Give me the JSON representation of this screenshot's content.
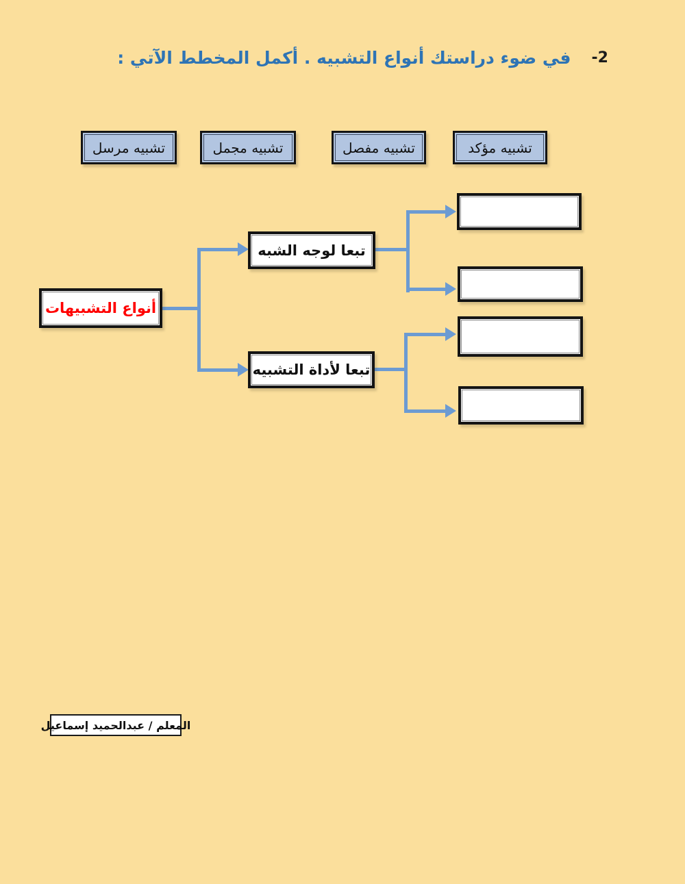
{
  "colors": {
    "background": "#FBDF9C",
    "heading_text": "#2E74B5",
    "root_text": "#FF0000",
    "connector_blue": "#6C9BD2",
    "option_fill": "#B2C5E1",
    "box_border": "#141414"
  },
  "header": {
    "number": "-2",
    "title": "في ضوء دراستك أنواع التشبيه . أكمل المخطط الآتي :"
  },
  "options": [
    {
      "label": "تشبيه مرسل"
    },
    {
      "label": "تشبيه مجمل"
    },
    {
      "label": "تشبيه مفصل"
    },
    {
      "label": "تشبيه مؤكد"
    }
  ],
  "diagram": {
    "root": {
      "label": "أنواع التشبيهات"
    },
    "branches": [
      {
        "label": "تبعا لوجه الشبه"
      },
      {
        "label": "تبعا لأداة التشبيه"
      }
    ],
    "answer_slots": [
      "",
      "",
      "",
      ""
    ]
  },
  "footer": {
    "teacher_label": "المعلم /  عبدالحميد إسماعيل"
  }
}
